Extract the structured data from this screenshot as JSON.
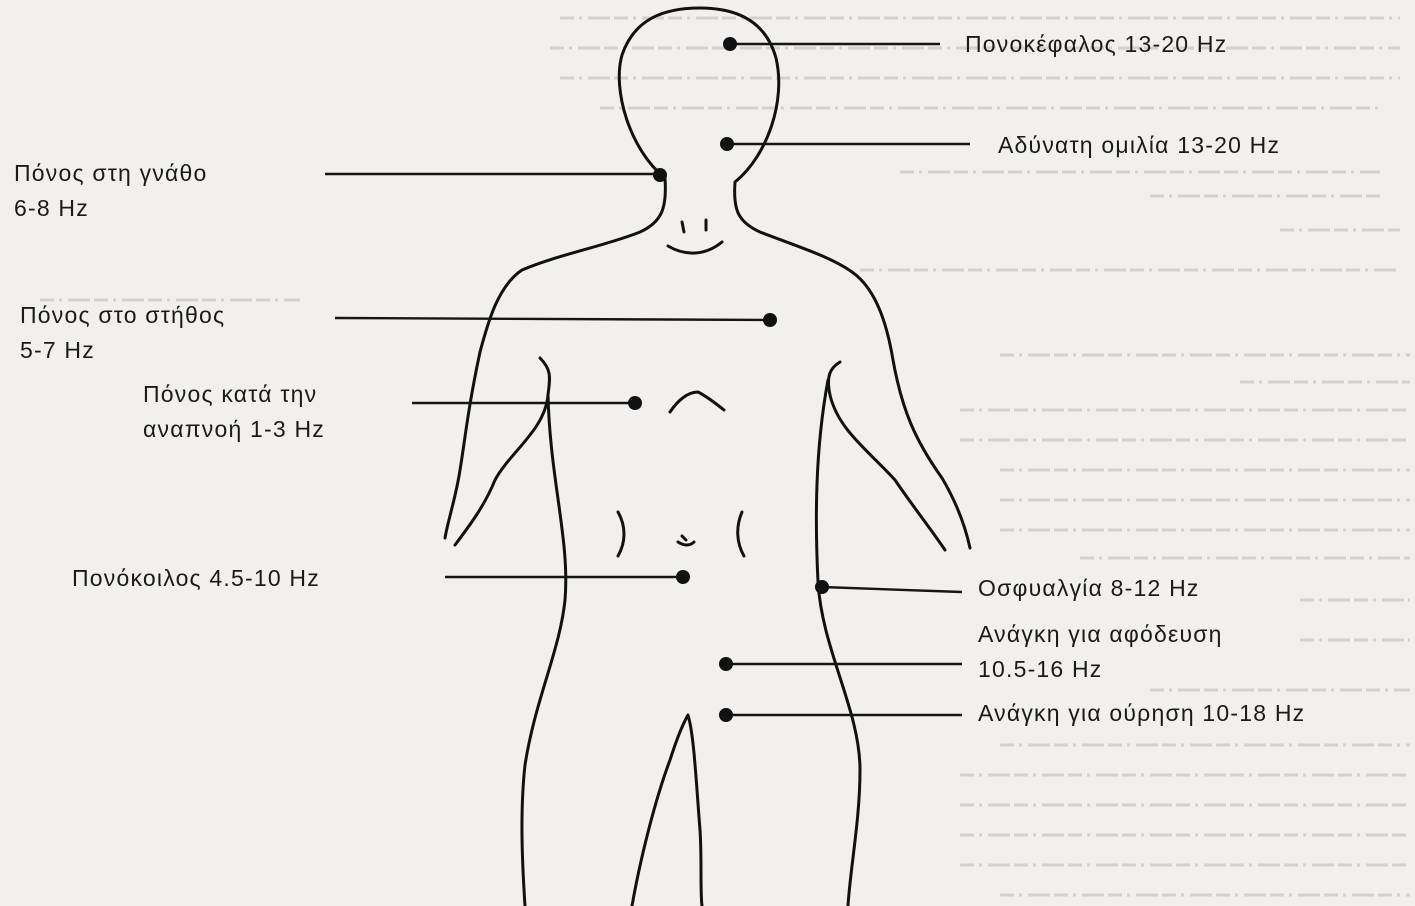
{
  "labels": {
    "headache": "Πονοκέφαλος 13-20 Hz",
    "speech": "Αδύνατη ομιλία 13-20 Hz",
    "jaw_line1": "Πόνος στη γνάθο",
    "jaw_line2": "6-8 Hz",
    "chest_line1": "Πόνος στο στήθος",
    "chest_line2": "5-7 Hz",
    "breathing_line1": "Πόνος κατά την",
    "breathing_line2": "αναπνοή  1-3 Hz",
    "abdominal": "Πονόκοιλος 4.5-10 Hz",
    "lumbago": "Οσφυαλγία 8-12 Hz",
    "defecation_line1": "Ανάγκη για αφόδευση",
    "defecation_line2": "10.5-16 Hz",
    "urination": "Ανάγκη για ούρηση 10-18 Hz"
  }
}
